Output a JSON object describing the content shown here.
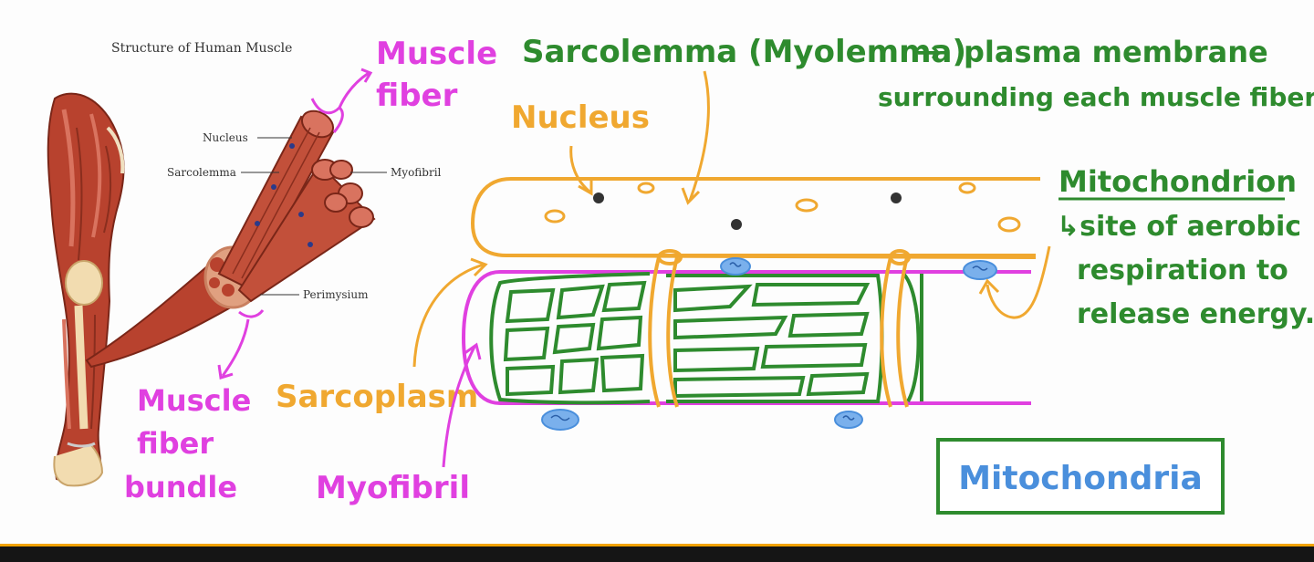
{
  "figure": {
    "title": "Structure of Human Muscle",
    "labels": {
      "nucleus": "Nucleus",
      "sarcolemma": "Sarcolemma",
      "myofibril": "Myofibril",
      "perimysium": "Perimysium"
    }
  },
  "notes": {
    "muscle_fiber": [
      "Muscle",
      "fiber"
    ],
    "muscle_fiber_bundle": [
      "Muscle",
      "fiber",
      "bundle"
    ],
    "sarcolemma_heading": "Sarcolemma (Myolemma)",
    "sarcolemma_arrow": "→",
    "sarcolemma_def": [
      "plasma membrane",
      "surrounding each muscle fiber."
    ],
    "nucleus": "Nucleus",
    "mitochondrion": "Mitochondrion",
    "mitochondrion_def": [
      "↳site of aerobic",
      "respiration to",
      "release energy."
    ],
    "sarcoplasm": "Sarcoplasm",
    "myofibril": "Myofibril",
    "mitochondria_box": "Mitochondria"
  },
  "colors": {
    "green": "#2e8b2e",
    "magenta": "#e040e0",
    "orange": "#f0a830",
    "blue": "#4a8fdc",
    "muscle": "#b8422e",
    "bone": "#f2dcb0"
  },
  "video": {
    "progress": 1.0
  }
}
